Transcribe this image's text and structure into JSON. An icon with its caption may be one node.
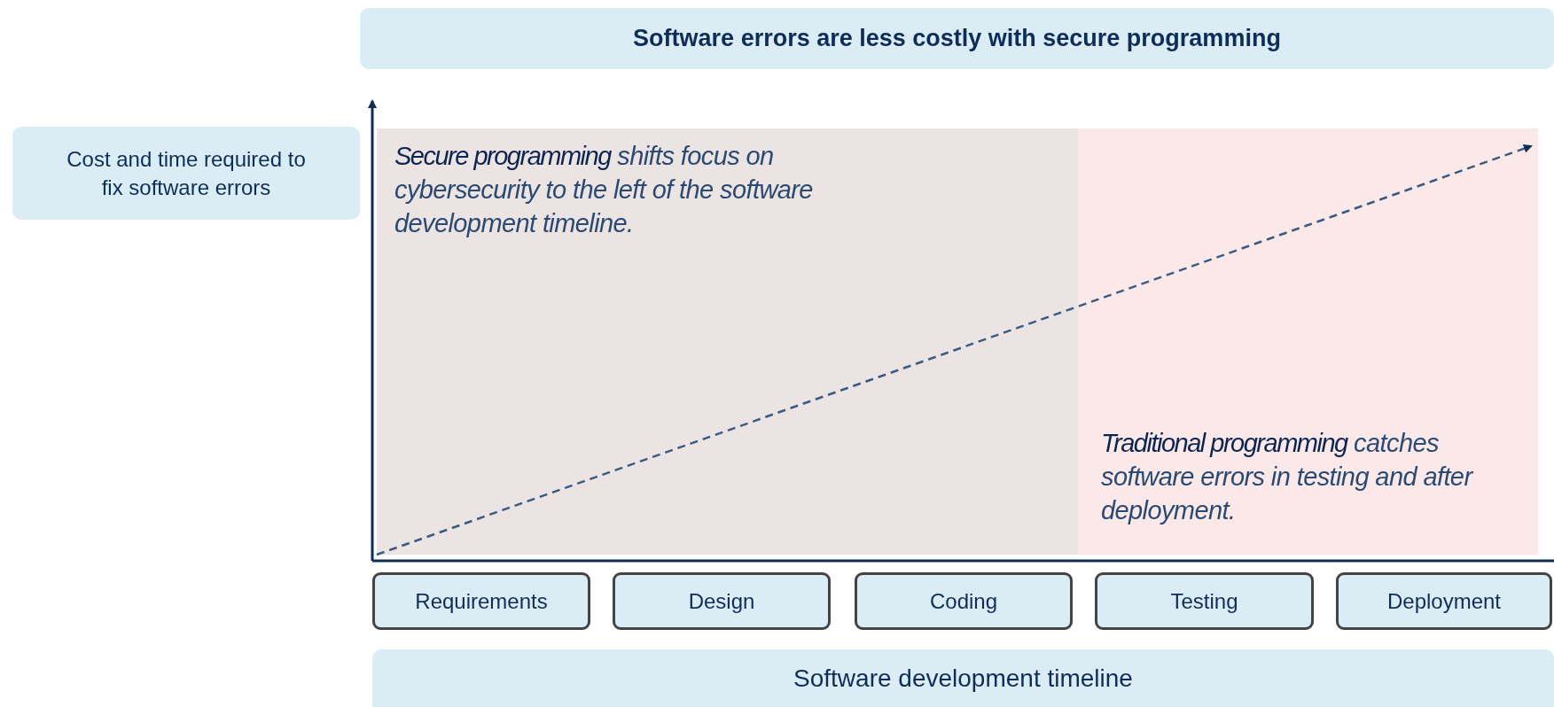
{
  "diagram": {
    "title": "Software errors are less costly with secure programming",
    "nodes": [
      {
        "text": [
          "Cost and time required to fix software errors"
        ]
      },
      {
        "text": [
          "**Secure programming** shifts focus on cybersecurity to the left of the software development timeline."
        ]
      },
      {
        "text": [
          "**Traditional programming** catches software errors in testing and after deployment."
        ]
      },
      {
        "text": [
          "Requirements"
        ]
      },
      {
        "text": [
          "Design"
        ]
      },
      {
        "text": [
          "Coding"
        ]
      },
      {
        "text": [
          "Testing"
        ]
      },
      {
        "text": [
          "Deployment"
        ]
      },
      {
        "text": [
          "Software development timeline"
        ]
      }
    ],
    "edges": [
      {
        "from": 1,
        "to": 2,
        "arrow": "to",
        "style": "dashed"
      }
    ]
  }
}
